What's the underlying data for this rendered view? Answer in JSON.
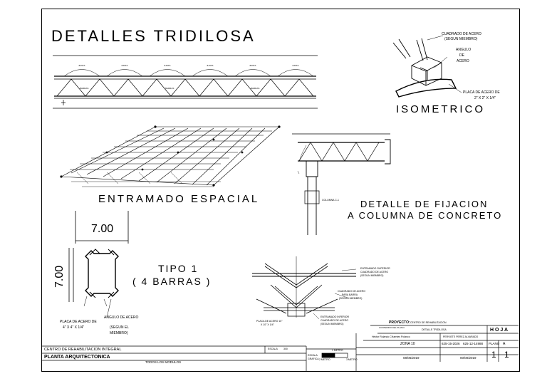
{
  "sheet": {
    "main_title": "DETALLES TRIDILOSA",
    "isometric_title": "ISOMETRICO",
    "space_frame_title": "ENTRAMADO ESPACIAL",
    "fixation_title_1": "DETALLE DE FIJACION",
    "fixation_title_2": "A COLUMNA DE CONCRETO",
    "tipo_title_1": "TIPO 1",
    "tipo_title_2": "( 4 BARRAS )",
    "dim_horizontal": "7.00",
    "dim_vertical": "7.00"
  },
  "labels": {
    "cuadrado": "CUADRADO DE ACERO",
    "segun": "(SEGUN MIEMBRO)",
    "angulo_1": "ANGULO",
    "angulo_2": "DE",
    "angulo_3": "ACERO",
    "placa_iso_1": "PLACA DE ACERO DE",
    "placa_iso_2": "2\" X 2\" X 1/4\"",
    "placa_tipo_1": "PLACA DE ACERO DE",
    "placa_tipo_2": "4\" X 4\" X 1/4\"",
    "angulo_tipo": "ANGULO DE ACERO",
    "segun_tipo_1": "(SEGUN EL",
    "segun_tipo_2": "MIEMBRO)",
    "entramado_sup_1": "ENTRAMADO SUPERIOR",
    "entramado_sup_2": "CUADRADO DE ACERO",
    "entramado_sup_3": "(SEGUN MIEMBRO)",
    "cuadrado_barra_1": "CUADRADO DE ACERO",
    "cuadrado_barra_2": "PARA BARRA",
    "cuadrado_barra_3": "(SEGUN MIEMBRO)",
    "entramado_inf_1": "ENTRAMADO INFERIOR",
    "entramado_inf_2": "CUADRADO DE ACERO",
    "entramado_inf_3": "(SEGUN MIEMBRO)",
    "placa_det_1": "PLACA DE ACERO 10\"",
    "placa_det_2": "X 10\" X 1/4\"",
    "columna": "COLUMNA C-1"
  },
  "title_block": {
    "proyecto_label": "PROYECTO:",
    "proyecto_value": "CENTRO DE REHABILITACION",
    "contenido_label": "CONTENIDO DEL PLANO:",
    "contenido_value": "DETALLE TRIDILOSA",
    "alumnos": "Héctor Rolando Cifuentes Polanco",
    "alumno2": "PERVIETE PEREZ ALVARADO",
    "zona": "ZONA 10",
    "carnet1": "625-15-2026",
    "carnet2": "625-12-14988",
    "fecha1": "08/06/2019",
    "fecha2": "00/00/2019",
    "hoja": "H O J A",
    "plano_label": "PLANO",
    "plano_letter": "A",
    "plano_num_1": "1",
    "plano_num_2": "1",
    "centro": "CENTRO DE REHABILITACION INTEGRAL",
    "escala_label": "ESCALA",
    "escala_value": "300",
    "planta": "PLANTA ARQUITECTONICA",
    "todos": "TODOS LOS MODULOS",
    "escala_grafica_1": "ESCALA",
    "escala_grafica_2": "GRAFICA",
    "metro_1": "1 METRO",
    "metro_2": "2 METRO",
    "metro_3": "3 METRO"
  }
}
